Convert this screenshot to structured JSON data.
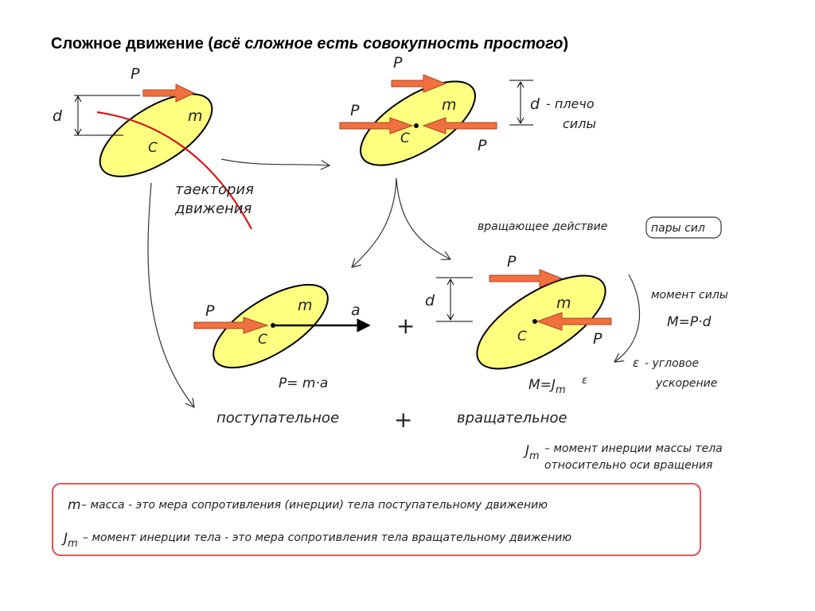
{
  "title": {
    "main": "Сложное движение",
    "paren_open": " (",
    "subtitle": "всё сложное есть совокупность простого",
    "paren_close": ")"
  },
  "labels": {
    "force": "P",
    "mass": "m",
    "center": "C",
    "arm": "d",
    "accel": "a",
    "epsilon": "ε",
    "jm_sym": "J",
    "jm_sub": "m",
    "plus": "+",
    "plecho_1": "- плечо",
    "plecho_2": "силы",
    "trajectory_1": "таектория",
    "trajectory_2": "движения",
    "rot_action": "вращающее действие",
    "pair": "пары сил",
    "moment_label": "момент силы",
    "moment_formula": "M=P·d",
    "eps_1": "- угловое",
    "eps_2": "ускорение",
    "newton": "P= m·a",
    "rot_formula": "M=J",
    "translational": "поступательное",
    "rotational": "вращательное",
    "jm_def_1": "– момент инерции массы тела",
    "jm_def_2": "относительно оси вращения"
  },
  "definitions": {
    "m_sym": "m",
    "m_text": "– масса - это мера сопротивления (инерции) тела поступательному движению",
    "j_text": "– момент инерции тела - это мера сопротивления тела вращательному движению"
  },
  "colors": {
    "ellipse_fill": "#ffff80",
    "force_arrow": "#f07040",
    "trajectory": "#e00000",
    "frame": "#e04040"
  }
}
